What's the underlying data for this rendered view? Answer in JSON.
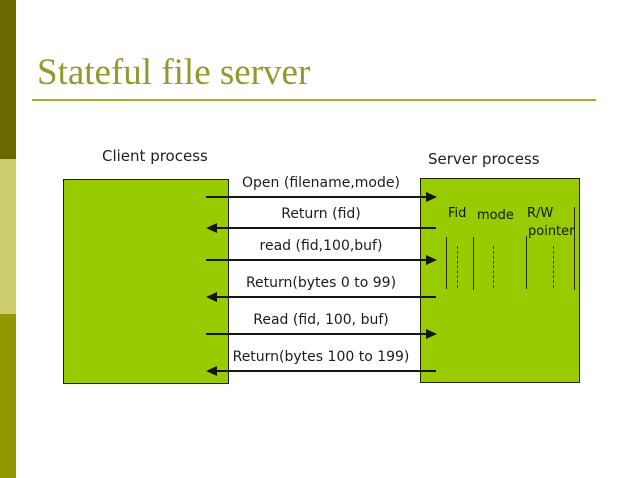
{
  "slide": {
    "title": "Stateful file server"
  },
  "diagram": {
    "client_label": "Client process",
    "server_label": "Server process",
    "messages": [
      {
        "label": "Open (filename,mode)",
        "direction": "right"
      },
      {
        "label": "Return (fid)",
        "direction": "left"
      },
      {
        "label": "read (fid,100,buf)",
        "direction": "right"
      },
      {
        "label": "Return(bytes 0 to 99)",
        "direction": "left"
      },
      {
        "label": "Read (fid, 100, buf)",
        "direction": "right"
      },
      {
        "label": "Return(bytes 100 to 199)",
        "direction": "left"
      }
    ],
    "server_table": {
      "col_fid": "Fid",
      "col_mode": "mode",
      "col_rw_line1": "R/W",
      "col_rw_line2": "pointer"
    }
  },
  "colors": {
    "box_fill": "#99cc00",
    "box_border": "#222200",
    "title_text": "#97972f",
    "title_rule": "#adad1e",
    "sidebar_band_top": "#696900",
    "sidebar_band_middle": "#cbcc6e",
    "sidebar_band_bottom": "#909900",
    "diagram_text": "#1c1c1c",
    "arrow": "#151515"
  }
}
